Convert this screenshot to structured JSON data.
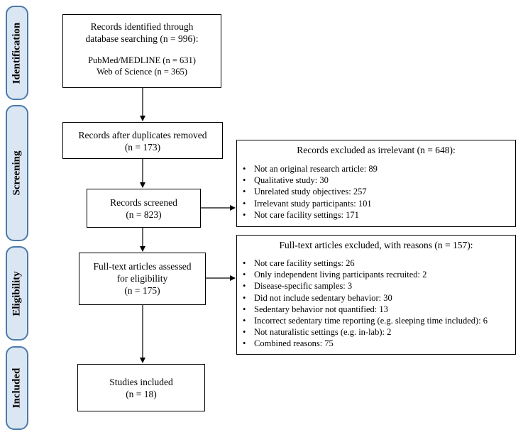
{
  "phases": [
    {
      "label": "Identification"
    },
    {
      "label": "Screening"
    },
    {
      "label": "Eligibility"
    },
    {
      "label": "Included"
    }
  ],
  "boxes": {
    "identified": {
      "title1": "Records identified through",
      "title2": "database searching (n = 996):",
      "source1": "PubMed/MEDLINE (n = 631)",
      "source2": "Web of Science (n = 365)"
    },
    "duplicates": {
      "line1": "Records after duplicates removed",
      "line2": "(n = 173)"
    },
    "screened": {
      "line1": "Records screened",
      "line2": "(n = 823)"
    },
    "fulltext": {
      "line1": "Full-text articles assessed",
      "line2": "for eligibility",
      "line3": "(n = 175)"
    },
    "included": {
      "line1": "Studies included",
      "line2": "(n = 18)"
    }
  },
  "excluded_irrelevant": {
    "heading": "Records excluded as irrelevant (n = 648):",
    "items": [
      "Not an original research article: 89",
      "Qualitative study: 30",
      "Unrelated study objectives: 257",
      "Irrelevant study participants: 101",
      "Not care facility settings: 171"
    ]
  },
  "excluded_fulltext": {
    "heading": "Full-text articles excluded, with reasons (n = 157):",
    "items": [
      "Not care facility settings: 26",
      "Only independent living participants recruited: 2",
      "Disease-specific samples: 3",
      "Did not include sedentary behavior: 30",
      "Sedentary behavior not quantified: 13",
      "Incorrect sedentary time reporting (e.g. sleeping time included): 6",
      "Not naturalistic settings (e.g. in-lab): 2",
      "Combined reasons: 75"
    ]
  }
}
